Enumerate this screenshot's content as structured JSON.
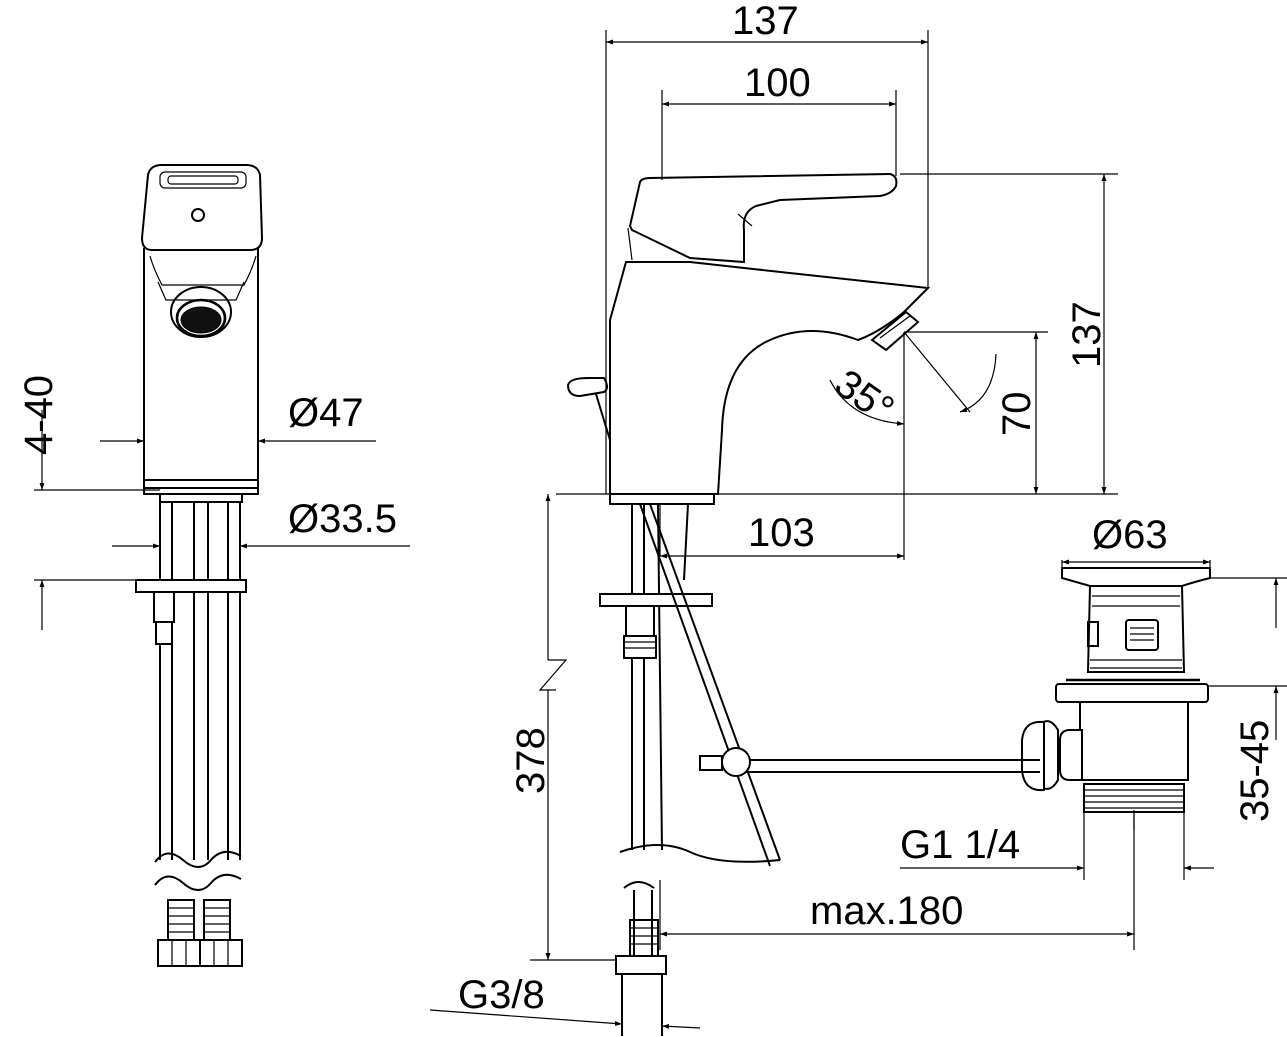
{
  "dimensions": {
    "overall_width": "137",
    "lever_width": "100",
    "overall_height": "137",
    "spout_height": "70",
    "lever_angle": "35°",
    "spout_reach": "103",
    "body_diameter": "Ø47",
    "shank_diameter": "Ø33.5",
    "deck_thickness": "4-40",
    "flex_hose_length": "378",
    "hose_connection": "G3/8",
    "waste_diameter": "Ø63",
    "waste_connection": "G1 1/4",
    "waste_distance": "max.180",
    "waste_deck_range": "35-45"
  }
}
